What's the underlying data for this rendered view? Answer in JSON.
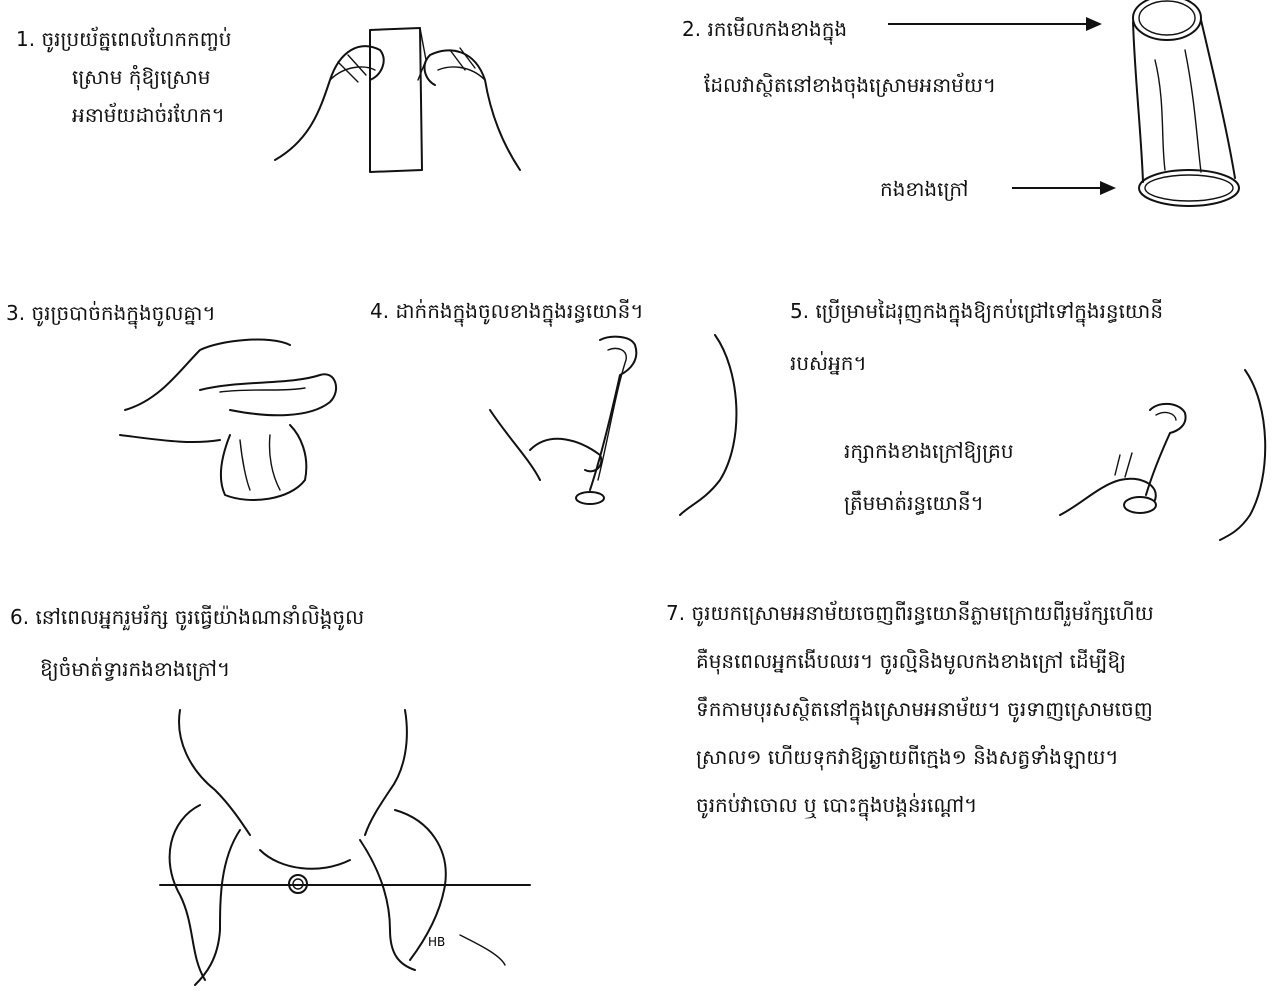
{
  "steps": {
    "s1": {
      "number": "1.",
      "lines": [
        "ចូរប្រយ័ត្នពេលហែកកញ្ចប់",
        "ស្រោម  កុំឱ្យស្រោម",
        "អនាម័យដាច់រហែក។"
      ]
    },
    "s2": {
      "number": "2.",
      "lines": [
        "រកមើលកងខាងក្នុង",
        "ដែលវាស្ថិតនៅខាងចុងស្រោមអនាម័យ។"
      ],
      "outer_label": "កងខាងក្រៅ"
    },
    "s3": {
      "number": "3.",
      "lines": [
        "ចូរច្របាច់កងក្នុងចូលគ្នា។"
      ]
    },
    "s4": {
      "number": "4.",
      "lines": [
        "ដាក់កងក្នុងចូលខាងក្នុងរន្ធយោនី។"
      ]
    },
    "s5": {
      "number": "5.",
      "lines": [
        "ប្រើម្រាមដៃរុញកងក្នុងឱ្យកប់ជ្រៅទៅក្នុងរន្ធយោនី",
        "របស់អ្នក។"
      ],
      "note_lines": [
        "រក្សាកងខាងក្រៅឱ្យគ្រប",
        "ត្រឹមមាត់រន្ធយោនី។"
      ]
    },
    "s6": {
      "number": "6.",
      "lines": [
        "នៅពេលអ្នករួមរ័ក្ស  ចូរធ្វើយ៉ាងណានាំលិង្គចូល",
        "ឱ្យចំមាត់ទ្វារកងខាងក្រៅ។"
      ]
    },
    "s7": {
      "number": "7.",
      "lines": [
        "ចូរយកស្រោមអនាម័យចេញពីរន្ធយោនីភ្លាមក្រោយពីរួមរ័ក្សហើយ",
        "គឺមុនពេលអ្នកងើបឈរ។  ចូរល្មិនិងមូលកងខាងក្រៅ  ដើម្បីឱ្យ",
        "ទឹកកាមបុរសស្ថិតនៅក្នុងស្រោមអនាម័យ។  ចូរទាញស្រោមចេញ",
        "ស្រាល១  ហើយទុកវាឱ្យឆ្ងាយពីក្មេង១  និងសត្វទាំងឡាយ។",
        "ចូរកប់វាចោល  ឬ  បោះក្នុងបង្គន់រណ្ដៅ។"
      ]
    }
  },
  "illustrations": {
    "signature": "HB"
  }
}
